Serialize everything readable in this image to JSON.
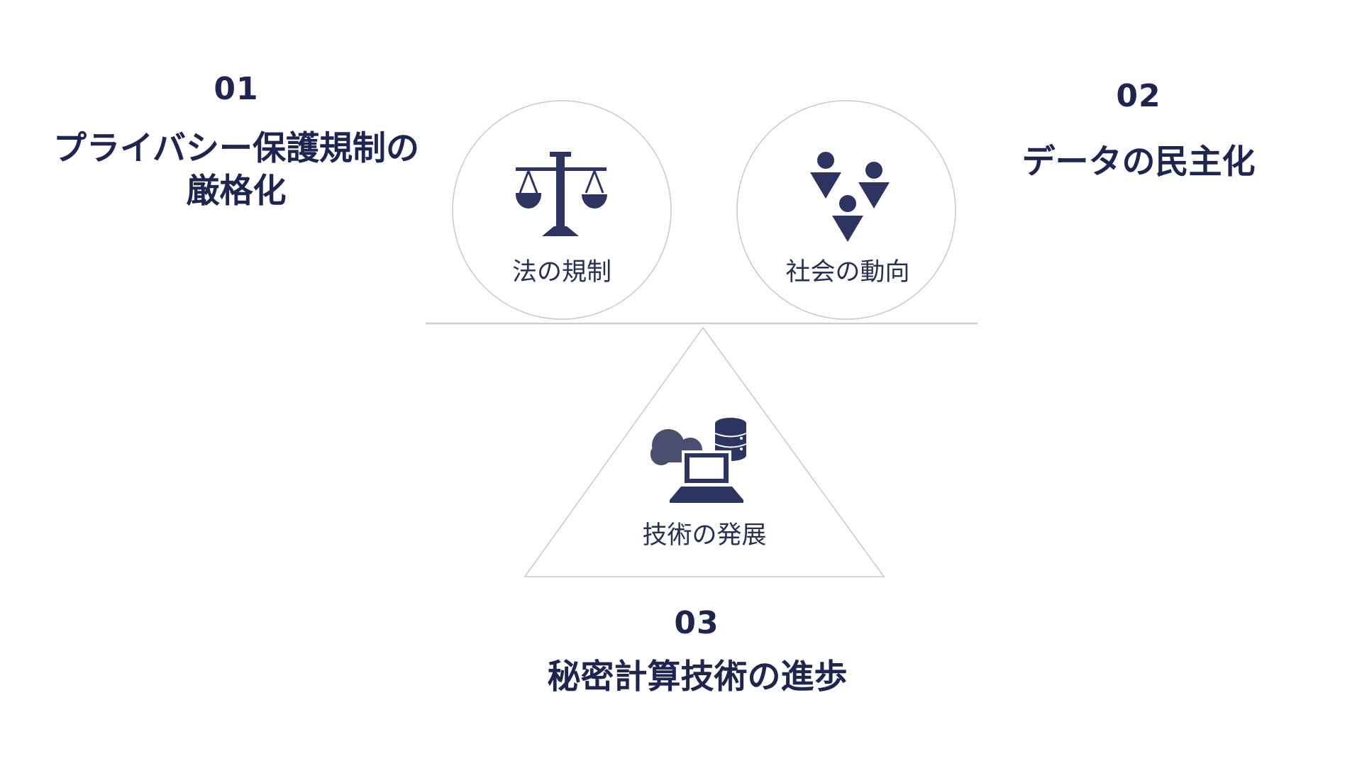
{
  "colors": {
    "navy": "#1e2550",
    "icon": "#2d3461",
    "outline": "#c8c8c8"
  },
  "item1": {
    "number": "01",
    "title_line1": "プライバシー保護規制の",
    "title_line2": "厳格化"
  },
  "item2": {
    "number": "02",
    "title": "データの民主化"
  },
  "item3": {
    "number": "03",
    "title": "秘密計算技術の進歩"
  },
  "circle_law": {
    "label": "法の規制",
    "icon": "scales-icon"
  },
  "circle_society": {
    "label": "社会の動向",
    "icon": "people-icon"
  },
  "triangle_tech": {
    "label": "技術の発展",
    "icon": "cloud-database-laptop-icon"
  }
}
